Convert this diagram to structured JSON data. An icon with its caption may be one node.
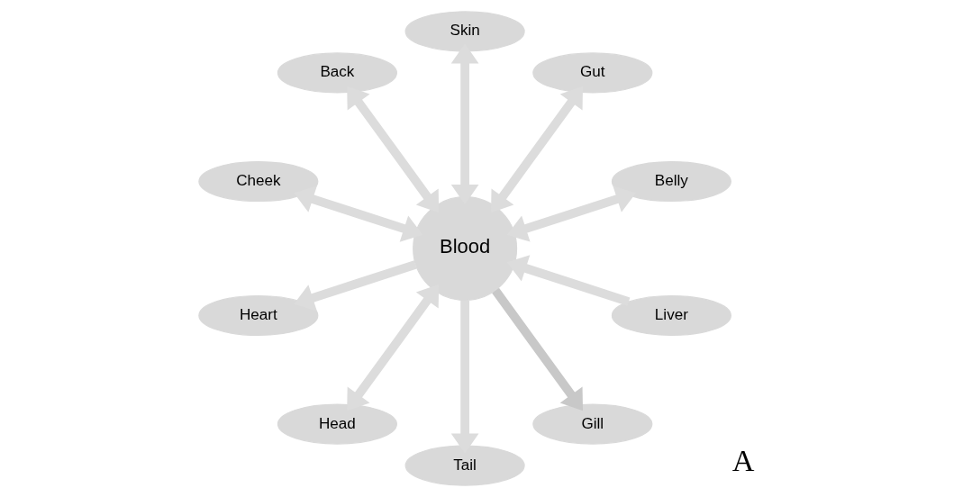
{
  "diagram": {
    "nodes": [
      {
        "text": [
          "Belly"
        ]
      },
      {
        "text": [
          "Gut"
        ]
      },
      {
        "text": [
          "Skin"
        ]
      },
      {
        "text": [
          "Back"
        ]
      },
      {
        "text": [
          "Cheek"
        ]
      },
      {
        "text": [
          "Blood"
        ]
      },
      {
        "text": [
          "Heart"
        ]
      },
      {
        "text": [
          "Head"
        ]
      },
      {
        "text": [
          "Tail"
        ]
      },
      {
        "text": [
          "Gill"
        ]
      },
      {
        "text": [
          "Liver"
        ]
      }
    ],
    "edges": [
      {
        "from": 5,
        "to": 0,
        "arrow": "both"
      },
      {
        "from": 5,
        "to": 1,
        "arrow": "both"
      },
      {
        "from": 5,
        "to": 2,
        "arrow": "both"
      },
      {
        "from": 5,
        "to": 3,
        "arrow": "both"
      },
      {
        "from": 5,
        "to": 4,
        "arrow": "both"
      },
      {
        "from": 5,
        "to": 6,
        "arrow": "to"
      },
      {
        "from": 5,
        "to": 7,
        "arrow": "both"
      },
      {
        "from": 5,
        "to": 8,
        "arrow": "to"
      },
      {
        "from": 5,
        "to": 9,
        "arrow": "to",
        "color": "#c8c8c8"
      },
      {
        "from": 10,
        "to": 5,
        "arrow": "to"
      }
    ],
    "labels": [
      "A"
    ]
  }
}
